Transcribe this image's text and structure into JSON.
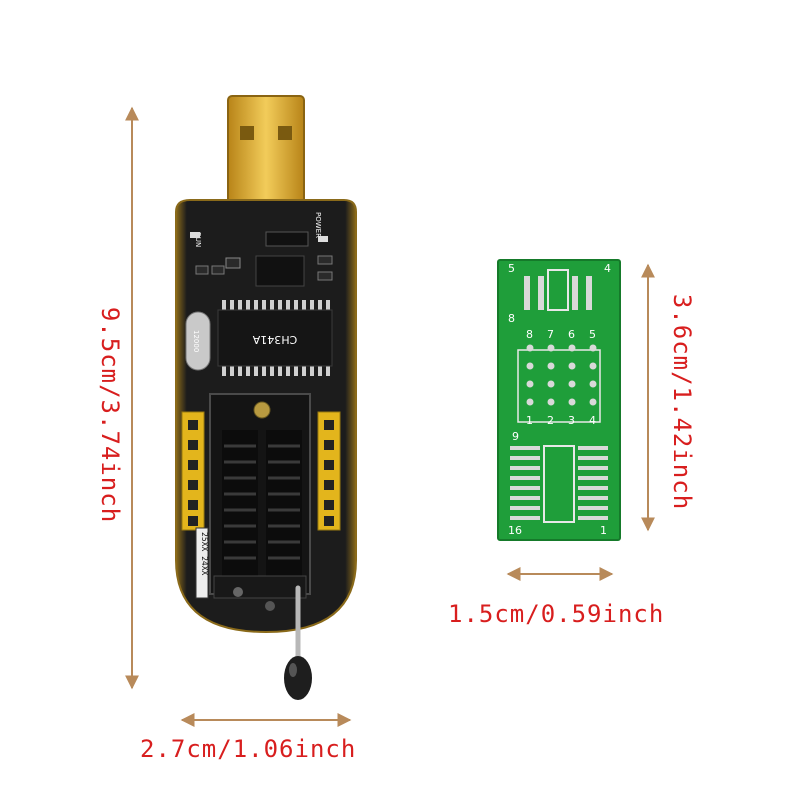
{
  "dimensions": {
    "length": "9.5cm/3.74inch",
    "width": "2.7cm/1.06inch",
    "adapter_length": "3.6cm/1.42inch",
    "adapter_width": "1.5cm/0.59inch"
  },
  "programmer": {
    "socket_label": "25XX 24XX",
    "silkscreen": [
      "RUN",
      "POWER",
      "CH341A"
    ]
  },
  "adapter": {
    "pin_labels_top": [
      "8",
      "7",
      "6",
      "5"
    ],
    "pin_labels_bottom": [
      "1",
      "2",
      "3",
      "4"
    ],
    "corner_labels": [
      "5",
      "4",
      "8",
      "9",
      "16",
      "1"
    ]
  },
  "colors": {
    "dimension_line": "#b88a5a",
    "dimension_text": "#d81e1e",
    "programmer_pcb": "#1a1a1a",
    "gold": "#d4a62a",
    "adapter_pcb": "#1f9e3a"
  }
}
